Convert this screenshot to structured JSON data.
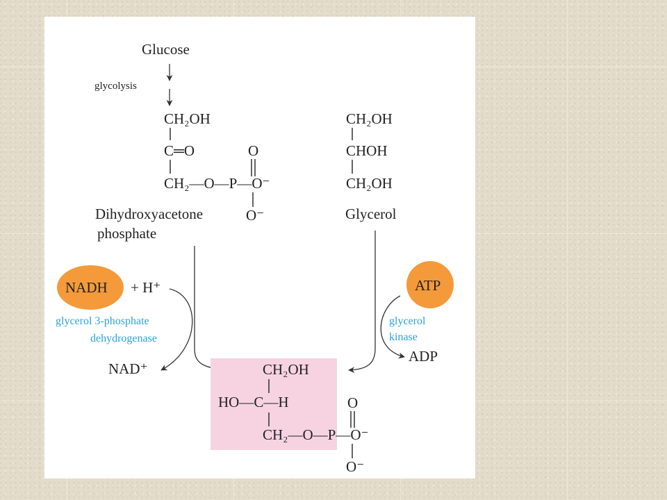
{
  "pathway": {
    "glucose": "Glucose",
    "glycolysis": "glycolysis",
    "dhap": {
      "ch2oh": "CH₂OH",
      "co": "C═O",
      "ch2_left": "CH₂—O—P—O⁻",
      "o_top": "O",
      "o_bottom": "O⁻",
      "name_line1": "Dihydroxyacetone",
      "name_line2": "phosphate"
    },
    "glycerol": {
      "line1": "CH₂OH",
      "line2": "CHOH",
      "line3": "CH₂OH",
      "name": "Glycerol"
    },
    "left_reaction": {
      "cofactor": "NADH",
      "plus_h": "+ H⁺",
      "enzyme_line1": "glycerol 3-phosphate",
      "enzyme_line2": "dehydrogenase",
      "product": "NAD⁺"
    },
    "right_reaction": {
      "cofactor": "ATP",
      "enzyme_line1": "glycerol",
      "enzyme_line2": "kinase",
      "product": "ADP"
    },
    "product": {
      "ch2oh": "CH₂OH",
      "middle": "HO—C—H",
      "bottom": "CH₂—O—P—O⁻",
      "o_top": "O",
      "o_bottom": "O⁻"
    }
  },
  "colors": {
    "cofactor_fill": "#f49a3a",
    "enzyme_text": "#29a4e0",
    "product_box": "#f7d3e1",
    "panel": "#ffffff"
  }
}
